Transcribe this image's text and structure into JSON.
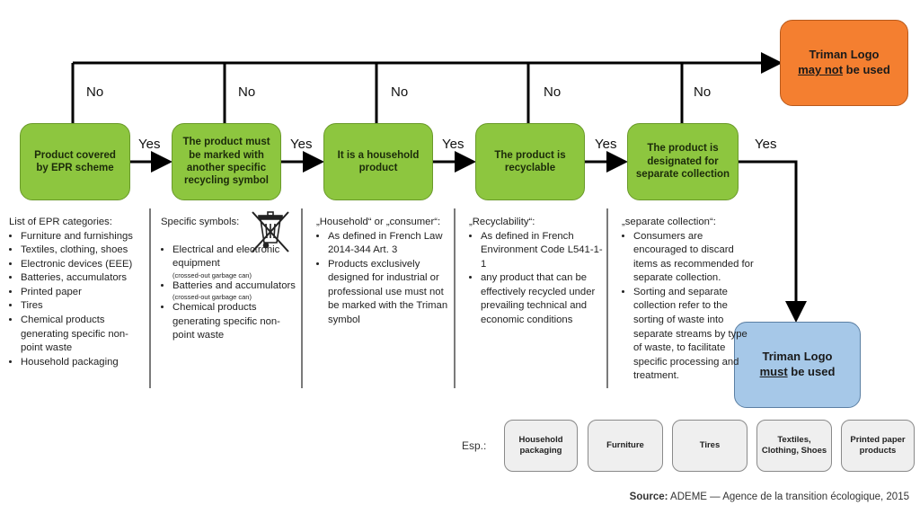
{
  "steps": [
    {
      "text": "Product covered by EPR scheme"
    },
    {
      "text": "The product must be marked with another specific recycling symbol"
    },
    {
      "text": "It is a household product"
    },
    {
      "text": "The product is recyclable"
    },
    {
      "text": "The product is designated for separate collection"
    }
  ],
  "results": {
    "not_used": {
      "line1": "Triman Logo",
      "emph": "may not",
      "rest": " be used"
    },
    "must_use": {
      "line1": "Triman Logo",
      "emph": "must",
      "rest": " be used"
    }
  },
  "labels": {
    "yes": "Yes",
    "no": "No"
  },
  "notes": {
    "col1": {
      "heading": "List of EPR categories:",
      "items": [
        "Furniture and furnishings",
        "Textiles, clothing, shoes",
        "Electronic devices (EEE)",
        "Batteries, accumulators",
        "Printed paper",
        "Tires",
        "Chemical products generating specific non-point waste",
        "Household packaging"
      ]
    },
    "col2": {
      "heading": "Specific symbols:",
      "items": [
        {
          "text": "Electrical and electronic equipment",
          "small": "(crossed-out garbage can)"
        },
        {
          "text": "Batteries and accumulators",
          "small": "(crossed-out garbage can)"
        },
        {
          "text": "Chemical products generating specific non-point waste",
          "small": ""
        }
      ]
    },
    "col3": {
      "heading": "„Household“ or „consumer“:",
      "items": [
        "As defined in French Law 2014-344 Art. 3",
        "Products exclusively designed for industrial or professional use must not be marked with the Triman symbol"
      ]
    },
    "col4": {
      "heading": "„Recyclability“:",
      "items": [
        "As defined in French Environment Code L541-1-1",
        "any product that can be effectively recycled under prevailing technical and economic conditions"
      ]
    },
    "col5": {
      "heading": "„separate collection“:",
      "items": [
        "Consumers are encouraged to discard items as recommended for separate collection.",
        "Sorting and separate collection refer to the sorting of waste into separate streams by type of waste, to facilitate specific processing and treatment."
      ]
    }
  },
  "examples": {
    "label": "Esp.:",
    "items": [
      "Household packaging",
      "Furniture",
      "Tires",
      "Textiles, Clothing, Shoes",
      "Printed paper products"
    ]
  },
  "source": {
    "label": "Source:",
    "text": " ADEME — Agence de la transition écologique, 2015"
  },
  "colors": {
    "step_green": "#8dc63f",
    "no_orange": "#f47f30",
    "yes_blue": "#a6c8e8"
  }
}
